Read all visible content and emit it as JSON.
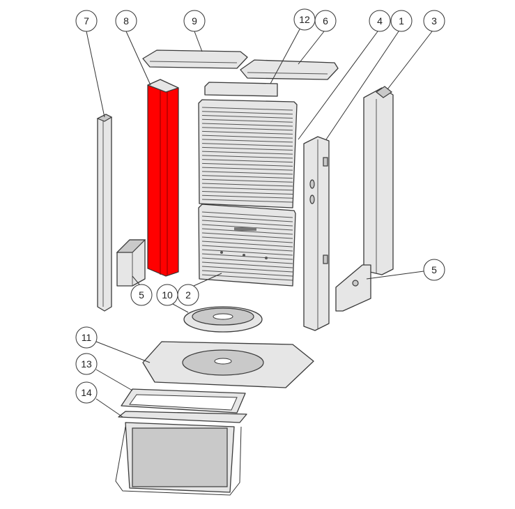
{
  "diagram": {
    "highlight_color": "#ff0000",
    "callouts": [
      "7",
      "8",
      "9",
      "12",
      "6",
      "4",
      "1",
      "3",
      "5",
      "5",
      "10",
      "2",
      "11",
      "13",
      "14"
    ]
  }
}
